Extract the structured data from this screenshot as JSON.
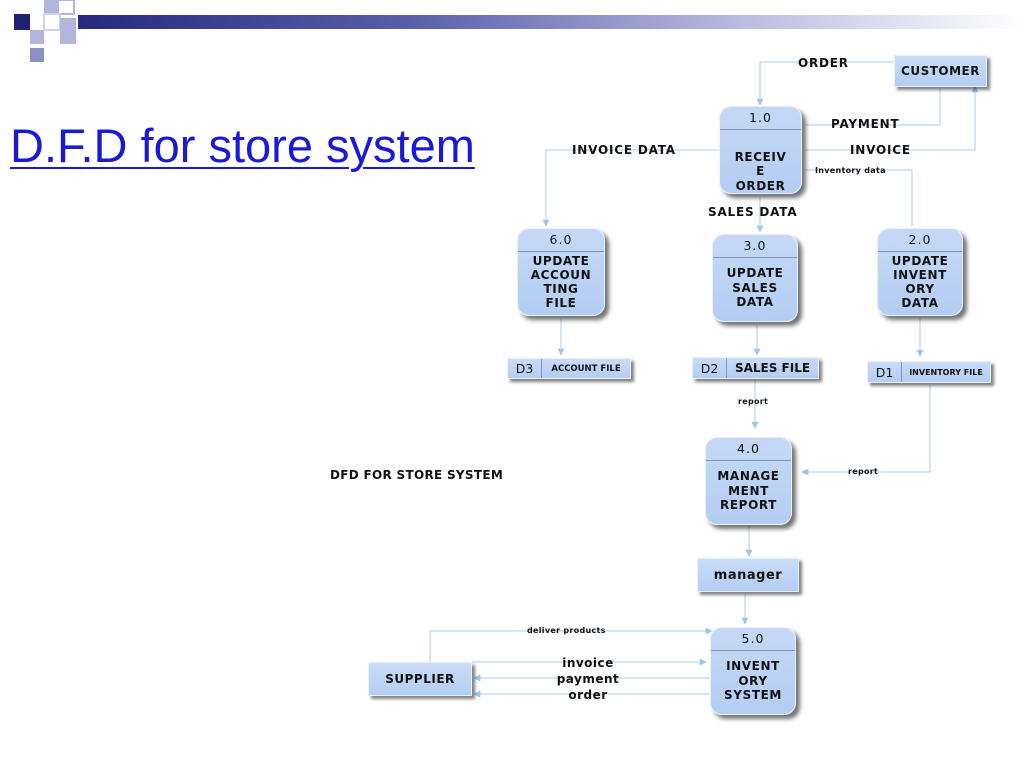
{
  "slide": {
    "title": "D.F.D for store system",
    "caption": "DFD FOR STORE SYSTEM"
  },
  "diagram": {
    "processes": {
      "p1": {
        "id": "1.0",
        "name": "RECEIV\nE\nORDER"
      },
      "p2": {
        "id": "2.0",
        "name": "UPDATE\nINVENT\nORY\nDATA"
      },
      "p3": {
        "id": "3.0",
        "name": "UPDATE\nSALES\nDATA"
      },
      "p4": {
        "id": "4.0",
        "name": "MANAGE\nMENT\nREPORT"
      },
      "p5": {
        "id": "5.0",
        "name": "INVENT\nORY\nSYSTEM"
      },
      "p6": {
        "id": "6.0",
        "name": "UPDATE\nACCOUN\nTING\nFILE"
      }
    },
    "entities": {
      "customer": "CUSTOMER",
      "manager": "manager",
      "supplier": "SUPPLIER"
    },
    "stores": {
      "d1": {
        "id": "D1",
        "name": "INVENTORY FILE"
      },
      "d2": {
        "id": "D2",
        "name": "SALES FILE"
      },
      "d3": {
        "id": "D3",
        "name": "ACCOUNT FILE"
      }
    },
    "flows": {
      "order": "ORDER",
      "payment": "PAYMENT",
      "invoice": "INVOICE",
      "invoice_data": "INVOICE DATA",
      "inventory_data": "Inventory data",
      "sales_data": "SALES DATA",
      "report_sales": "report",
      "report_inventory": "report",
      "deliver_products": "deliver products",
      "supplier_flows": "invoice\npayment\norder"
    }
  }
}
